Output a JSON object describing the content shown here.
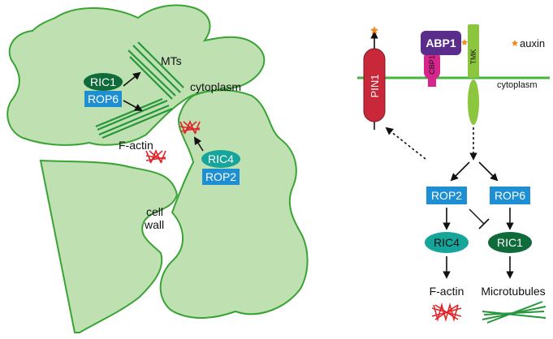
{
  "left_panel": {
    "label_mts": "MTs",
    "label_cytoplasm": "cytoplasm",
    "label_factin": "F-actin",
    "label_cellwall_1": "cell",
    "label_cellwall_2": "wall",
    "label_ric1": "RIC1",
    "label_rop6": "ROP6",
    "label_ric4": "RIC4",
    "label_rop2": "ROP2"
  },
  "right_panel": {
    "label_abp1": "ABP1",
    "label_cbp1": "CBP1",
    "label_tmk": "TMK",
    "label_pin1": "PIN1",
    "label_auxin": "auxin",
    "label_cytoplasm": "cytoplasm",
    "label_rop2": "ROP2",
    "label_rop6": "ROP6",
    "label_ric4": "RIC4",
    "label_ric1": "RIC1",
    "label_factin": "F-actin",
    "label_microtubules": "Microtubules"
  },
  "colors": {
    "cell_fill": "#bfe1b1",
    "cell_stroke": "#3aa335",
    "membrane": "#48b33f",
    "ric_dark": "#0f6b3a",
    "ric_teal": "#16a59a",
    "rop_blue": "#1e8fd2",
    "pin1": "#c8283a",
    "abp1": "#5b2d8a",
    "cbp1": "#d6258d",
    "tmk": "#8cc63f",
    "auxin_star": "#f08a1c",
    "actin": "#e0262b",
    "microtubule": "#25963b"
  }
}
